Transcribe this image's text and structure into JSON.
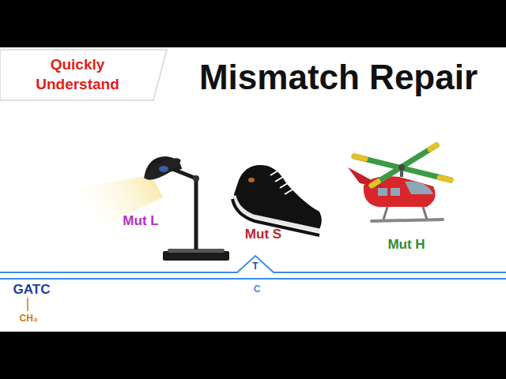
{
  "diagram": {
    "title": "Mismatch Repair",
    "nodes": [
      {
        "text": [
          "Quickly Understand"
        ]
      }
    ],
    "labels": [
      "Mut L",
      "Mut S",
      "Mut H",
      "T",
      "C",
      "GATC",
      "CH₃"
    ]
  }
}
